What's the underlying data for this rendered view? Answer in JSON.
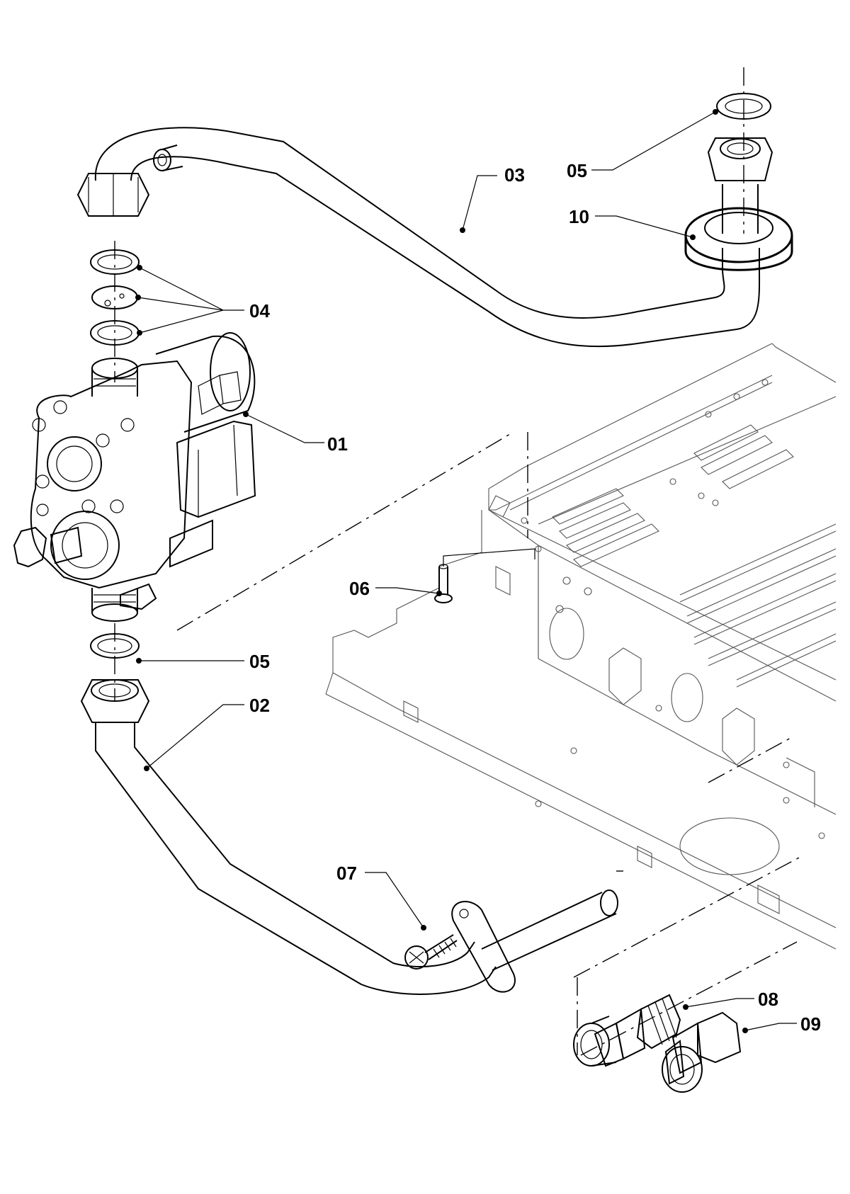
{
  "diagram": {
    "type": "exploded-parts-diagram",
    "parts": [
      {
        "id": "01",
        "label": "01",
        "component": "diverter-valve-body"
      },
      {
        "id": "02",
        "label": "02",
        "component": "lower-pipe"
      },
      {
        "id": "03",
        "label": "03",
        "component": "upper-pipe"
      },
      {
        "id": "04",
        "label": "04",
        "component": "washer-set"
      },
      {
        "id": "05a",
        "label": "05",
        "component": "washer-top-right"
      },
      {
        "id": "05b",
        "label": "05",
        "component": "washer-lower"
      },
      {
        "id": "06",
        "label": "06",
        "component": "screw"
      },
      {
        "id": "07",
        "label": "07",
        "component": "small-screw"
      },
      {
        "id": "08",
        "label": "08",
        "component": "fitting"
      },
      {
        "id": "09",
        "label": "09",
        "component": "compression-nut"
      },
      {
        "id": "10",
        "label": "10",
        "component": "grommet"
      }
    ]
  }
}
